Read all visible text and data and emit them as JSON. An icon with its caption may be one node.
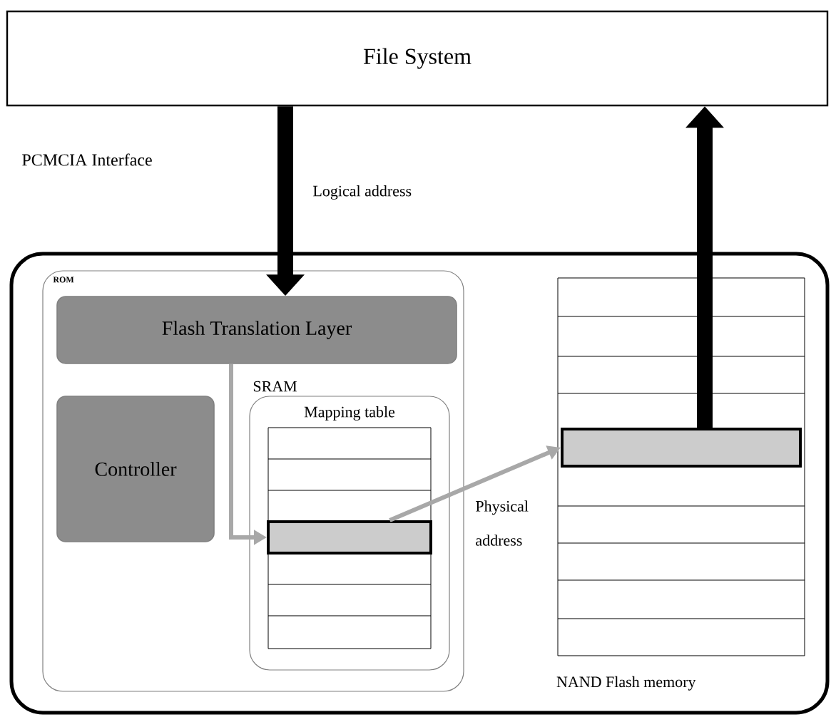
{
  "diagram": {
    "nodes": [
      {
        "text": [
          "File System"
        ]
      },
      {
        "text": [],
        "shape": "box"
      },
      {
        "text": [
          "ROM"
        ],
        "in": 1
      },
      {
        "text": [
          "Flash Translation Layer"
        ],
        "in": 2
      },
      {
        "text": [
          "Controller"
        ],
        "in": 2
      },
      {
        "text": [
          "SRAM",
          "Mapping table"
        ],
        "in": 2
      },
      {
        "text": [],
        "shape": "bar",
        "in": 5
      },
      {
        "text": [
          "NAND Flash memory"
        ],
        "in": 1
      },
      {
        "text": [],
        "shape": "bar",
        "in": 7
      }
    ],
    "edges": [
      {
        "from": 0,
        "to": 3,
        "arrow": "to",
        "label": "Logical address",
        "style": "thick"
      },
      {
        "from": 3,
        "to": 6,
        "arrow": "to",
        "color": "#a8a8a8"
      },
      {
        "from": 6,
        "to": 8,
        "arrow": "to",
        "label": "Physical address",
        "color": "#a8a8a8"
      },
      {
        "from": 8,
        "to": 0,
        "arrow": "to",
        "style": "thick"
      }
    ],
    "labels": [
      "PCMCIA Interface"
    ]
  }
}
